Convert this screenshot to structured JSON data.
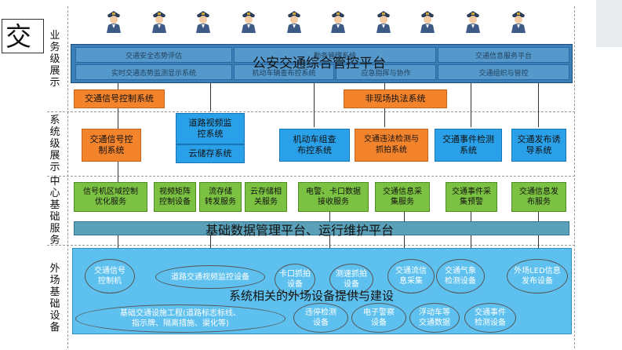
{
  "title_char": "交",
  "row_labels": {
    "business": "业务级展示",
    "system": "系统级展示",
    "center": "中心基础服务",
    "field": "外场基础设备"
  },
  "platform": {
    "title": "公安交通综合管控平台",
    "cells_top": [
      "交通安全态势评估",
      "勤务管理系统",
      "交通信息服务平台"
    ],
    "cells_bottom": [
      "实时交通态势监测显示系统",
      "机动车辆查布控系统",
      "应急指挥与协作",
      "交通组织与管控"
    ]
  },
  "orange_top": {
    "left": "交通信号控制系统",
    "right": "非现场执法系统"
  },
  "system_boxes": {
    "signal": "交通信号控\n制系统",
    "video": "道路视频监\n控系统",
    "storage": "云储存系统",
    "vehicle": "机动车组查\n布控系统",
    "violation": "交通违法检测与\n抓拍系统",
    "event": "交通事件检测\n系统",
    "release": "交通发布诱\n导系统"
  },
  "center_boxes": [
    "信号机区域控制\n优化服务",
    "视频矩阵\n控制设备",
    "流存储\n转发服务",
    "云存储相\n关服务",
    "电警、卡口数据\n接收服务",
    "交通信息采\n集服务",
    "交通事件采\n集预警",
    "交通信息发\n布服务"
  ],
  "base_platform": "基础数据管理平台、运行维护平台",
  "field": {
    "title": "系统相关的外场设备提供与建设",
    "items": [
      "交通信号\n控制机",
      "道路交通视频监控设备",
      "卡口抓拍\n设备",
      "测速抓拍\n设备",
      "交通流信\n息采集",
      "交通气象\n检测设备",
      "外场LED信息\n发布设备",
      "基础交通设施工程(道路标志标线、\n指示牌、隔离措施、渠化等)",
      "违停检测\n设备",
      "电子警察\n设备",
      "浮动车等\n交通数据",
      "交通事件\n检测设备"
    ]
  },
  "colors": {
    "orange": "#f4842c",
    "blue": "#29a0e8",
    "green": "#7cc242",
    "platform": "#3a7fb8",
    "field": "#5ec0ee"
  }
}
